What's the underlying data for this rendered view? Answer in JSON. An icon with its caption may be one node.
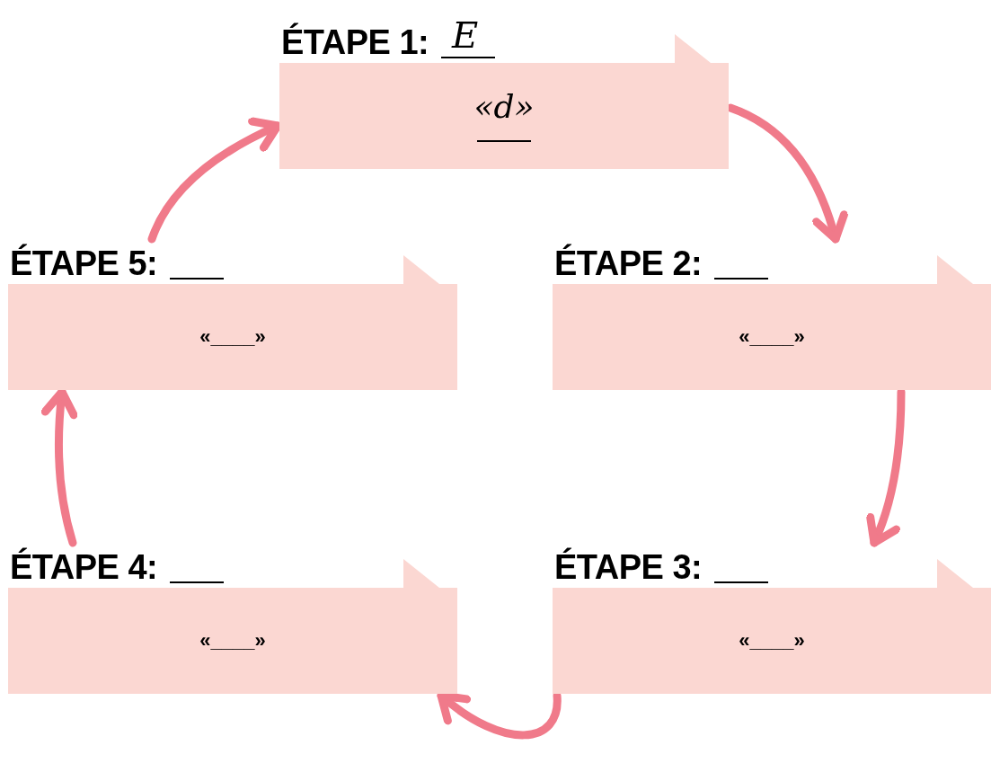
{
  "diagram": {
    "nodes": [
      {
        "text": [
          "ÉTAPE 1:",
          "E",
          "«d»"
        ]
      },
      {
        "text": [
          "ÉTAPE 5:",
          "«____»"
        ]
      },
      {
        "text": [
          "ÉTAPE 2:",
          "«____»"
        ]
      },
      {
        "text": [
          "ÉTAPE 4:",
          "«____»"
        ]
      },
      {
        "text": [
          "ÉTAPE 3:",
          "«____»"
        ]
      }
    ],
    "edges": [
      {
        "from": 0,
        "to": 2,
        "arrow": "to"
      },
      {
        "from": 2,
        "to": 4,
        "arrow": "to"
      },
      {
        "from": 4,
        "to": 3,
        "arrow": "to"
      },
      {
        "from": 3,
        "to": 1,
        "arrow": "to"
      },
      {
        "from": 1,
        "to": 0,
        "arrow": "to"
      }
    ]
  }
}
